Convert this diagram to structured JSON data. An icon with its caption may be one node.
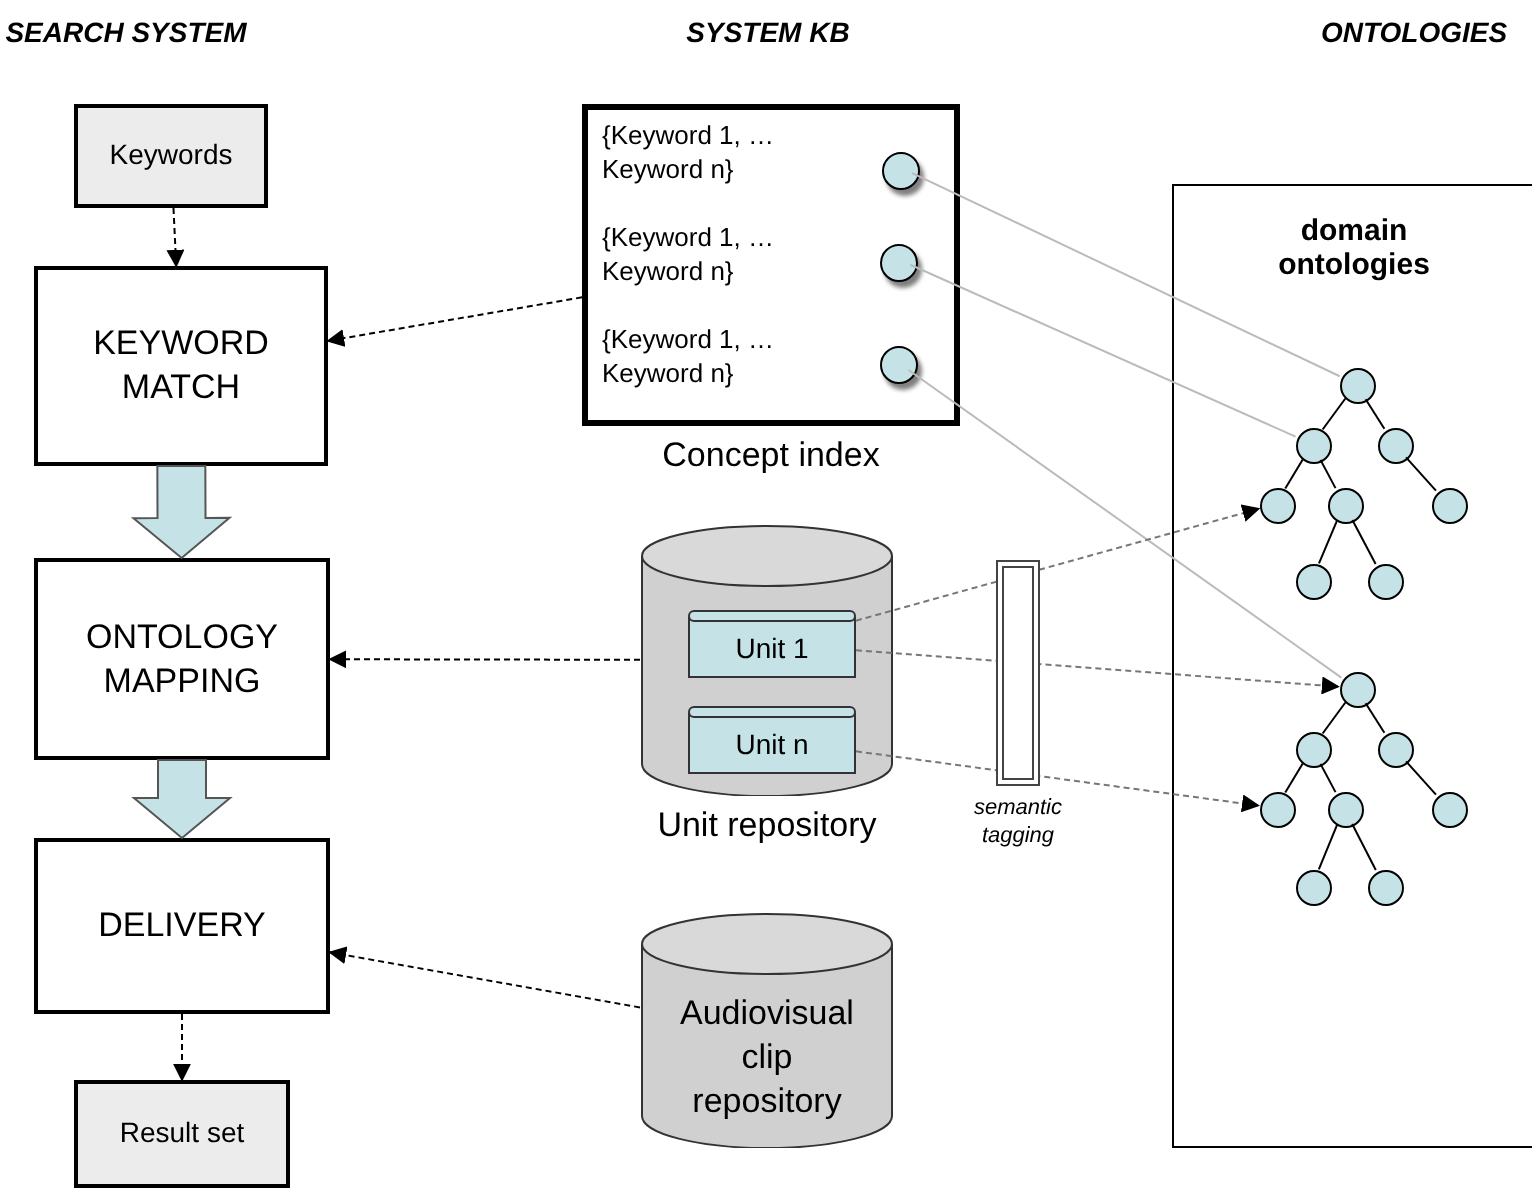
{
  "diagram": {
    "nodes": [
      {
        "text": [
          "Keywords"
        ]
      },
      {
        "text": [
          "KEYWORD MATCH"
        ]
      },
      {
        "text": [
          "ONTOLOGY MAPPING"
        ]
      },
      {
        "text": [
          "DELIVERY"
        ]
      },
      {
        "text": [
          "Result set"
        ]
      },
      {
        "text": [
          "{Keyword 1, … Keyword n}",
          "{Keyword 1, … Keyword n}",
          "{Keyword 1, … Keyword n}"
        ],
        "beside": [
          "Concept index"
        ]
      },
      {
        "text": [],
        "shape": "circle",
        "in": 5
      },
      {
        "text": [],
        "shape": "circle",
        "in": 5
      },
      {
        "text": [],
        "shape": "circle",
        "in": 5
      },
      {
        "text": [],
        "shape": "cylinder",
        "beside": [
          "Unit repository"
        ]
      },
      {
        "text": [
          "Unit 1"
        ],
        "in": 9
      },
      {
        "text": [
          "Unit n"
        ],
        "in": 9
      },
      {
        "text": [
          "Audiovisual clip repository"
        ]
      },
      {
        "text": [
          "domain ontologies"
        ]
      },
      {
        "text": [],
        "shape": "circle",
        "in": 13
      },
      {
        "text": [],
        "shape": "circle",
        "in": 13
      },
      {
        "text": [],
        "shape": "circle",
        "in": 13
      },
      {
        "text": [],
        "shape": "circle",
        "in": 13
      },
      {
        "text": [],
        "shape": "circle",
        "in": 13
      },
      {
        "text": [],
        "shape": "circle",
        "in": 13
      },
      {
        "text": [],
        "shape": "circle",
        "in": 13
      },
      {
        "text": [],
        "shape": "circle",
        "in": 13
      },
      {
        "text": [],
        "shape": "circle",
        "in": 13
      },
      {
        "text": [],
        "shape": "circle",
        "in": 13
      },
      {
        "text": [],
        "shape": "circle",
        "in": 13
      },
      {
        "text": [],
        "shape": "circle",
        "in": 13
      },
      {
        "text": [],
        "shape": "circle",
        "in": 13
      },
      {
        "text": [],
        "shape": "circle",
        "in": 13
      },
      {
        "text": [],
        "shape": "circle",
        "in": 13
      },
      {
        "text": [],
        "shape": "circle",
        "in": 13
      }
    ],
    "edges": [
      {
        "from": 0,
        "to": 1,
        "arrow": "to",
        "style": "dashed"
      },
      {
        "from": 1,
        "to": 2,
        "arrow": "to",
        "style": "thick",
        "color": "#c5e3e6"
      },
      {
        "from": 2,
        "to": 3,
        "arrow": "to",
        "style": "thick",
        "color": "#c5e3e6"
      },
      {
        "from": 3,
        "to": 4,
        "arrow": "to",
        "style": "dashed"
      },
      {
        "from": 5,
        "to": 1,
        "arrow": "to",
        "style": "dashed"
      },
      {
        "from": 9,
        "to": 2,
        "arrow": "to",
        "style": "dashed"
      },
      {
        "from": 12,
        "to": 3,
        "arrow": "to",
        "style": "dashed"
      },
      {
        "from": 6,
        "to": 14,
        "arrow": "none",
        "color": "#bbbbbb"
      },
      {
        "from": 7,
        "to": 15,
        "arrow": "none",
        "color": "#bbbbbb"
      },
      {
        "from": 8,
        "to": 22,
        "arrow": "none",
        "color": "#bbbbbb"
      },
      {
        "from": 10,
        "to": 17,
        "arrow": "to",
        "style": "dashed",
        "color": "#777777"
      },
      {
        "from": 10,
        "to": 22,
        "arrow": "to",
        "style": "dashed",
        "color": "#777777"
      },
      {
        "from": 11,
        "to": 25,
        "arrow": "to",
        "style": "dashed",
        "color": "#777777"
      },
      {
        "from": 14,
        "to": 15,
        "arrow": "none"
      },
      {
        "from": 14,
        "to": 16,
        "arrow": "none"
      },
      {
        "from": 15,
        "to": 17,
        "arrow": "none"
      },
      {
        "from": 15,
        "to": 18,
        "arrow": "none"
      },
      {
        "from": 16,
        "to": 19,
        "arrow": "none"
      },
      {
        "from": 18,
        "to": 20,
        "arrow": "none"
      },
      {
        "from": 18,
        "to": 21,
        "arrow": "none"
      },
      {
        "from": 22,
        "to": 23,
        "arrow": "none"
      },
      {
        "from": 22,
        "to": 24,
        "arrow": "none"
      },
      {
        "from": 23,
        "to": 25,
        "arrow": "none"
      },
      {
        "from": 23,
        "to": 26,
        "arrow": "none"
      },
      {
        "from": 24,
        "to": 27,
        "arrow": "none"
      },
      {
        "from": 26,
        "to": 28,
        "arrow": "none"
      },
      {
        "from": 26,
        "to": 29,
        "arrow": "none"
      }
    ],
    "labels": [
      "SEARCH SYSTEM",
      "SYSTEM KB",
      "ONTOLOGIES",
      "semantic tagging"
    ]
  }
}
